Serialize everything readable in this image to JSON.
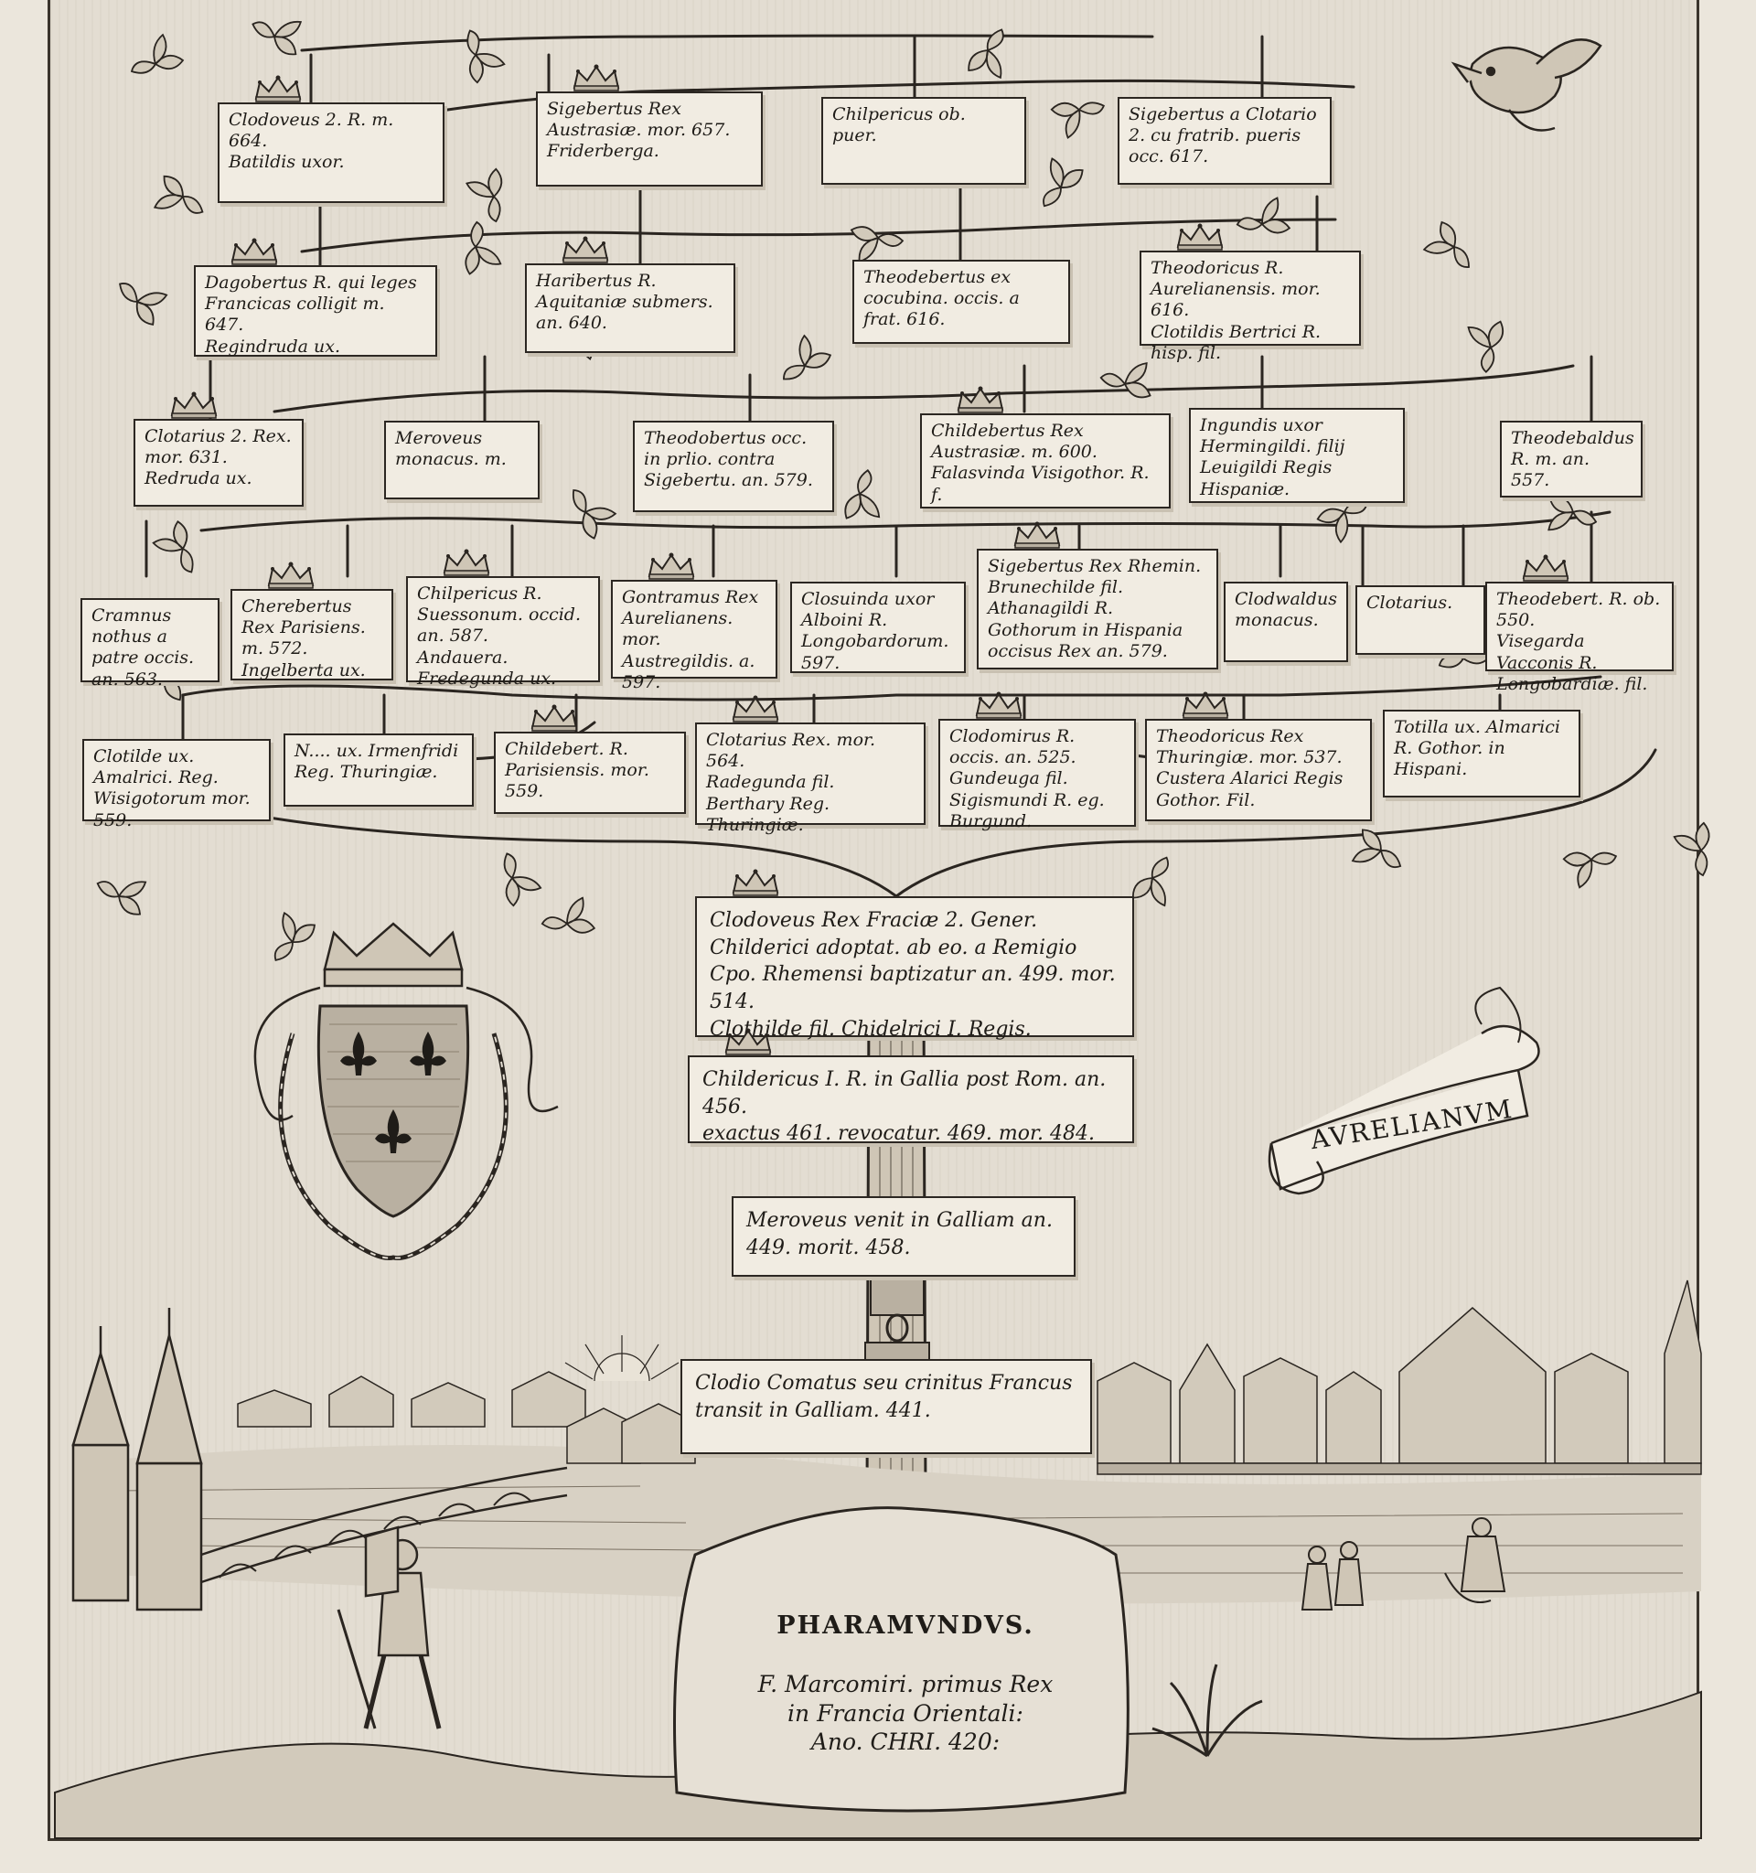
{
  "nodes": [
    {
      "id": "clodoveus2",
      "text": "Clodoveus 2. R. m. 664.\nBatildis uxor.",
      "crown": true
    },
    {
      "id": "sigebertus-austr",
      "text": "Sigebertus Rex Austrasiæ. mor. 657.\nFriderberga.",
      "crown": true
    },
    {
      "id": "chilpericus-puer",
      "text": "Chilpericus ob. puer.",
      "crown": false
    },
    {
      "id": "sigebertus-clotario",
      "text": "Sigebertus a Clotario 2. cu fratrib. pueris occ. 617.",
      "crown": false
    },
    {
      "id": "dagobertus",
      "text": "Dagobertus R. qui leges Francicas colligit m. 647.\nRegindruda ux.",
      "crown": true
    },
    {
      "id": "haribertus",
      "text": "Haribertus R. Aquitaniæ submers. an. 640.",
      "crown": true
    },
    {
      "id": "theodebertus-616",
      "text": "Theodebertus ex cocubina. occis. a frat. 616.",
      "crown": false
    },
    {
      "id": "theodoricus-aurel",
      "text": "Theodoricus R. Aurelianensis. mor. 616.\nClotildis Bertrici R. hisp. fil.",
      "crown": true
    },
    {
      "id": "clotarius2",
      "text": "Clotarius 2. Rex.\nmor. 631.\nRedruda ux.",
      "crown": true
    },
    {
      "id": "meroveus-monacus",
      "text": "Meroveus monacus. m.",
      "crown": false
    },
    {
      "id": "theodobertus-579",
      "text": "Theodobertus occ. in prlio. contra Sigebertu. an. 579.",
      "crown": false
    },
    {
      "id": "childebertus-austr",
      "text": "Childebertus Rex Austrasiæ. m. 600.\nFalasvinda Visigothor. R. f.",
      "crown": true
    },
    {
      "id": "ingundis",
      "text": "Ingundis uxor Hermingildi. filij Leuigildi Regis Hispaniæ.",
      "crown": false
    },
    {
      "id": "theodebaldus",
      "text": "Theodebaldus\nR. m. an. 557.",
      "crown": false
    },
    {
      "id": "cramnus",
      "text": "Cramnus nothus a patre occis. an. 563.",
      "crown": false
    },
    {
      "id": "cherebertus",
      "text": "Cherebertus Rex Parisiens. m. 572.\nIngelberta ux.",
      "crown": true
    },
    {
      "id": "chilpericus-suesso",
      "text": "Chilpericus R. Suessonum. occid. an. 587.\nAndauera. Fredegunda ux.",
      "crown": true
    },
    {
      "id": "gontramus",
      "text": "Gontramus Rex Aurelianens. mor. Austregildis. a. 597.",
      "crown": true
    },
    {
      "id": "closuinda",
      "text": "Closuinda uxor Alboini R. Longobardorum. 597.",
      "crown": false
    },
    {
      "id": "sigebertus-rhemin",
      "text": "Sigebertus Rex Rhemin. Brunechilde fil. Athanagildi R. Gothorum in Hispania occisus Rex an. 579.",
      "crown": true
    },
    {
      "id": "clodwaldus",
      "text": "Clodwaldus monacus.",
      "crown": false
    },
    {
      "id": "clotarius",
      "text": "Clotarius.",
      "crown": false
    },
    {
      "id": "theodebert-550",
      "text": "Theodebert. R. ob. 550.\nVisegarda Vacconis R. Longobardiæ. fil.",
      "crown": true
    },
    {
      "id": "clotilde",
      "text": "Clotilde ux. Amalrici. Reg. Wisigotorum mor. 559.",
      "crown": false
    },
    {
      "id": "n-ux",
      "text": "N.... ux. Irmenfridi Reg. Thuringiæ.",
      "crown": false
    },
    {
      "id": "childebert-paris",
      "text": "Childebert. R. Parisiensis. mor. 559.",
      "crown": true
    },
    {
      "id": "clotarius-564",
      "text": "Clotarius Rex. mor. 564.\nRadegunda fil. Berthary Reg. Thuringiæ.",
      "crown": true
    },
    {
      "id": "clodomirus",
      "text": "Clodomirus R. occis. an. 525.\nGundeuga fil. Sigismundi R. eg. Burgund.",
      "crown": true
    },
    {
      "id": "theodoricus-thur",
      "text": "Theodoricus Rex Thuringiæ. mor. 537.\nCustera Alarici Regis Gothor. Fil.",
      "crown": true
    },
    {
      "id": "totilla",
      "text": "Totilla ux. Almarici R. Gothor. in Hispani.",
      "crown": false
    },
    {
      "id": "clodoveus-rex",
      "text": "Clodoveus Rex Fraciæ 2. Gener. Childerici adoptat. ab eo. a Remigio Cpo. Rhemensi baptizatur an. 499. mor. 514.\nClothilde fil. Chidelrici I. Regis.",
      "crown": true
    },
    {
      "id": "childericus",
      "text": "Childericus I. R. in Gallia post Rom. an. 456.\nexactus 461. revocatur. 469. mor. 484.",
      "crown": true
    },
    {
      "id": "meroveus",
      "text": "Meroveus venit in Galliam an. 449. morit. 458.",
      "crown": false
    },
    {
      "id": "clodio",
      "text": "Clodio Comatus seu crinitus Francus transit in Galliam. 441.",
      "crown": false
    }
  ],
  "banner": "AVRELIANVM",
  "base": {
    "title": "PHARAMVNDVS.",
    "lines": "F. Marcomiri. primus Rex\nin Francia Orientali:\nAno. CHRI. 420:"
  },
  "icons": [
    "crown-icon",
    "fleur-de-lis-icon",
    "coat-of-arms-icon",
    "bird-icon",
    "leaf-icon",
    "sun-icon",
    "castle-tower-icon",
    "bridge-icon",
    "traveler-figure-icon",
    "town-skyline-icon"
  ],
  "colors": {
    "paper": "#e3ddd2",
    "ink": "#1f1c18",
    "box_fill": "#f1ece2"
  }
}
